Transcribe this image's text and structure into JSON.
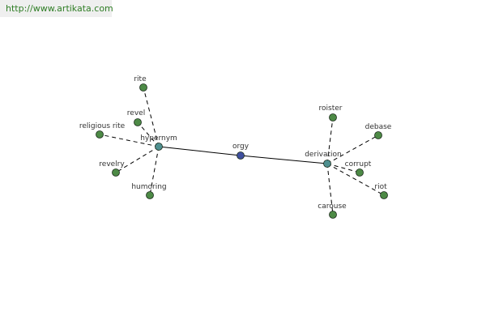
{
  "header": {
    "url": "http://www.artikata.com"
  },
  "colors": {
    "leaf_node": "#4d8a46",
    "hub_node": "#4f9090",
    "center_node": "#3f4f9e",
    "node_stroke": "#1a2a1a",
    "edge": "#000000",
    "url_text": "#2e7d24"
  },
  "graph": {
    "center": {
      "id": "orgy",
      "label": "orgy"
    },
    "hubs": [
      {
        "id": "hypernym",
        "label": "hypernym"
      },
      {
        "id": "derivation",
        "label": "derivation"
      }
    ],
    "leaves": [
      {
        "id": "rite",
        "label": "rite",
        "hub": "hypernym"
      },
      {
        "id": "revel",
        "label": "revel",
        "hub": "hypernym"
      },
      {
        "id": "religious-rite",
        "label": "religious rite",
        "hub": "hypernym"
      },
      {
        "id": "revelry",
        "label": "revelry",
        "hub": "hypernym"
      },
      {
        "id": "humoring",
        "label": "humoring",
        "hub": "hypernym"
      },
      {
        "id": "roister",
        "label": "roister",
        "hub": "derivation"
      },
      {
        "id": "debase",
        "label": "debase",
        "hub": "derivation"
      },
      {
        "id": "corrupt",
        "label": "corrupt",
        "hub": "derivation"
      },
      {
        "id": "riot",
        "label": "riot",
        "hub": "derivation"
      },
      {
        "id": "carouse",
        "label": "carouse",
        "hub": "derivation"
      }
    ]
  }
}
